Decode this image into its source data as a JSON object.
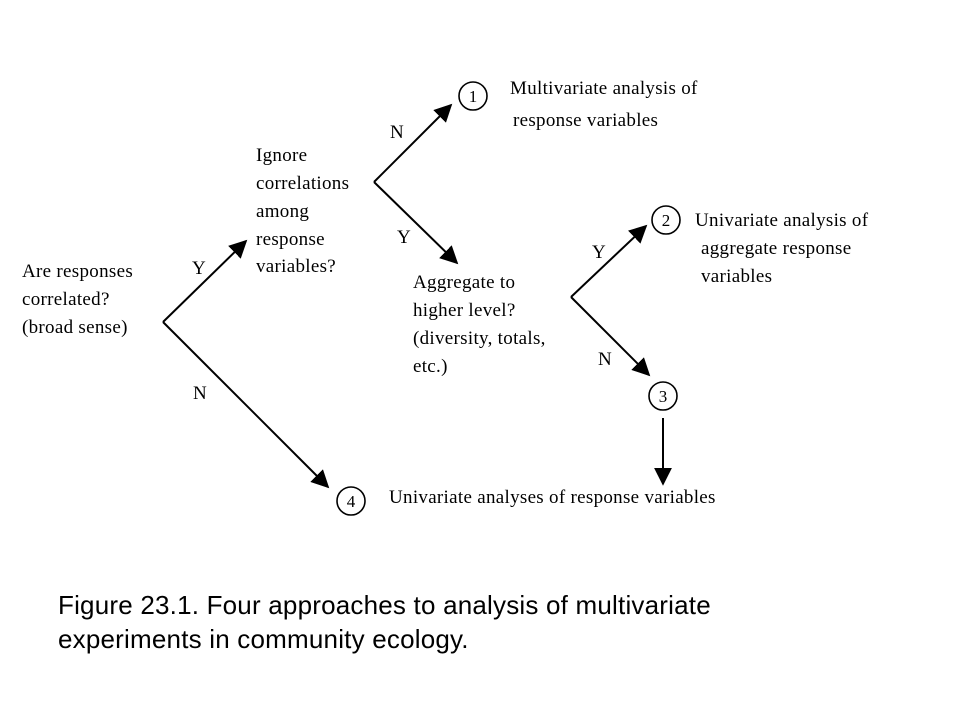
{
  "nodes": {
    "start": [
      "Are responses",
      "correlated?",
      "(broad sense)"
    ],
    "ignore": [
      "Ignore",
      "correlations",
      "among",
      "response",
      "variables?"
    ],
    "aggregate": [
      "Aggregate to",
      "higher level?",
      "(diversity, totals,",
      "etc.)"
    ]
  },
  "edges": {
    "start_yes": "Y",
    "start_no": "N",
    "ignore_no": "N",
    "ignore_yes": "Y",
    "aggregate_yes": "Y",
    "aggregate_no": "N"
  },
  "outcomes": {
    "o1": {
      "number": "1",
      "lines": [
        "Multivariate analysis of",
        "response variables"
      ]
    },
    "o2": {
      "number": "2",
      "lines": [
        "Univariate analysis of",
        "aggregate response",
        "variables"
      ]
    },
    "o3": {
      "number": "3",
      "lines": []
    },
    "o4": {
      "number": "4",
      "lines": [
        "Univariate analyses of response variables"
      ]
    }
  },
  "caption": [
    "Figure 23.1.  Four approaches to analysis of multivariate",
    "experiments in community ecology."
  ]
}
